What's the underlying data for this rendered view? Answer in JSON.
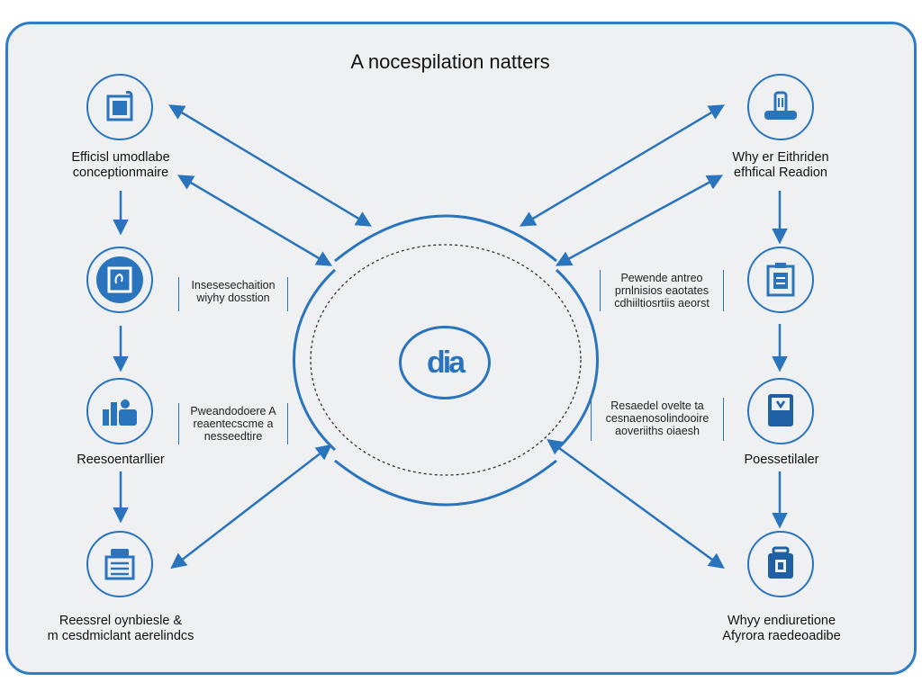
{
  "diagram": {
    "title": "A nocespilation natters",
    "center": {
      "text": "dia",
      "icon": "molecule-icon"
    },
    "accent_color": "#2a74bd",
    "left_nodes": [
      {
        "label_lines": [
          "Efficisl umodlabe",
          "conceptionmaire"
        ],
        "icon": "document-icon"
      },
      {
        "label_lines": [],
        "icon": "frame-icon"
      },
      {
        "label_lines": [
          "Reesoentarllier"
        ],
        "icon": "chart-person-icon"
      },
      {
        "label_lines": [
          "Reessrel oynbiesle &",
          "m cesdmiclant aerelindcs"
        ],
        "icon": "server-icon"
      }
    ],
    "right_nodes": [
      {
        "label_lines": [
          "Why er Eithriden",
          "efhfical Readion"
        ],
        "icon": "lab-tool-icon"
      },
      {
        "label_lines": [],
        "icon": "clipboard-icon"
      },
      {
        "label_lines": [
          "Poessetilaler"
        ],
        "icon": "book-icon"
      },
      {
        "label_lines": [
          "Whyy endiuretione",
          "Afyrora raedeoadibe"
        ],
        "icon": "briefcase-icon"
      }
    ],
    "left_brackets": [
      {
        "lines": [
          "Insesesechaition",
          "wiyhy dosstion"
        ]
      },
      {
        "lines": [
          "Pweandodoere A",
          "reaentecscme a",
          "nesseedtire"
        ]
      }
    ],
    "right_brackets": [
      {
        "lines": [
          "Pewende antreo",
          "prnlnisios eaotates",
          "cdhiiltiosrtiis aeorst"
        ]
      },
      {
        "lines": [
          "Resaedel ovelte ta",
          "cesnaenosolindooire",
          "aoveriiths oiaesh"
        ]
      }
    ]
  }
}
